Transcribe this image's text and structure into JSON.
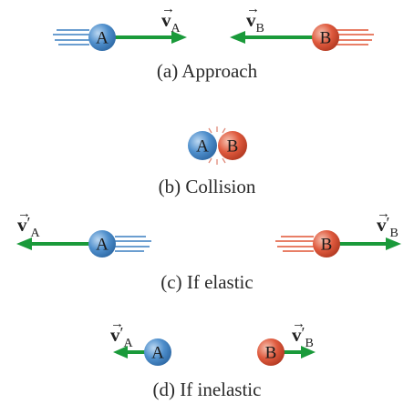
{
  "colors": {
    "arrow": "#1a9a3a",
    "ball_a": "#4f8fcc",
    "ball_b": "#df5a3e",
    "streak_a": "#3a7fc0",
    "streak_b": "#e05535"
  },
  "panels": {
    "a": {
      "caption": "(a) Approach",
      "label_a": {
        "symbol": "v",
        "sub": "A",
        "prime": ""
      },
      "label_b": {
        "symbol": "v",
        "sub": "B",
        "prime": ""
      }
    },
    "b": {
      "caption": "(b) Collision"
    },
    "c": {
      "caption": "(c) If elastic",
      "label_a": {
        "symbol": "v",
        "sub": "A",
        "prime": "′"
      },
      "label_b": {
        "symbol": "v",
        "sub": "B",
        "prime": "′"
      }
    },
    "d": {
      "caption": "(d) If inelastic",
      "label_a": {
        "symbol": "v",
        "sub": "A",
        "prime": "′"
      },
      "label_b": {
        "symbol": "v",
        "sub": "B",
        "prime": "′"
      }
    }
  },
  "balls": {
    "a": "A",
    "b": "B"
  }
}
